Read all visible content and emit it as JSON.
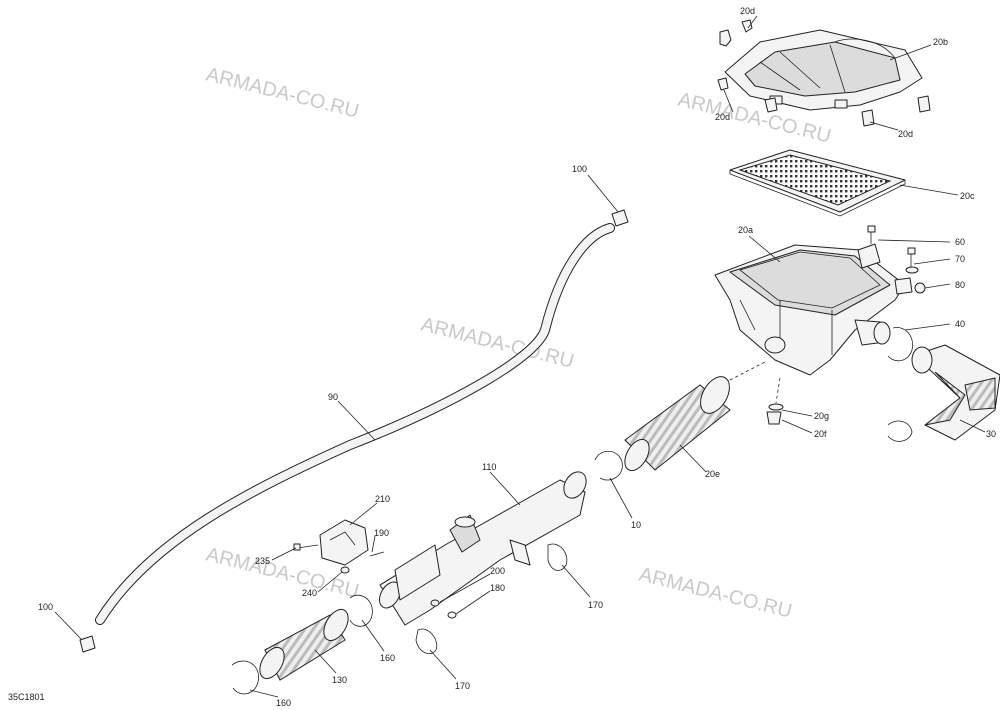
{
  "diagram": {
    "reference_code": "35C1801",
    "watermark": "ARMADA-CO.RU",
    "callouts": {
      "c20d_a": "20d",
      "c20b": "20b",
      "c20d_b": "20d",
      "c20d_c": "20d",
      "c20c": "20c",
      "c100_top": "100",
      "c20a": "20a",
      "c60": "60",
      "c70": "70",
      "c80": "80",
      "c40": "40",
      "c90": "90",
      "c20g": "20g",
      "c20f": "20f",
      "c30": "30",
      "c20e": "20e",
      "c110": "110",
      "c210": "210",
      "c10": "10",
      "c190": "190",
      "c235": "235",
      "c240": "240",
      "c200": "200",
      "c180": "180",
      "c170_a": "170",
      "c100_bottom": "100",
      "c160_a": "160",
      "c130": "130",
      "c170_b": "170",
      "c160_b": "160"
    }
  }
}
